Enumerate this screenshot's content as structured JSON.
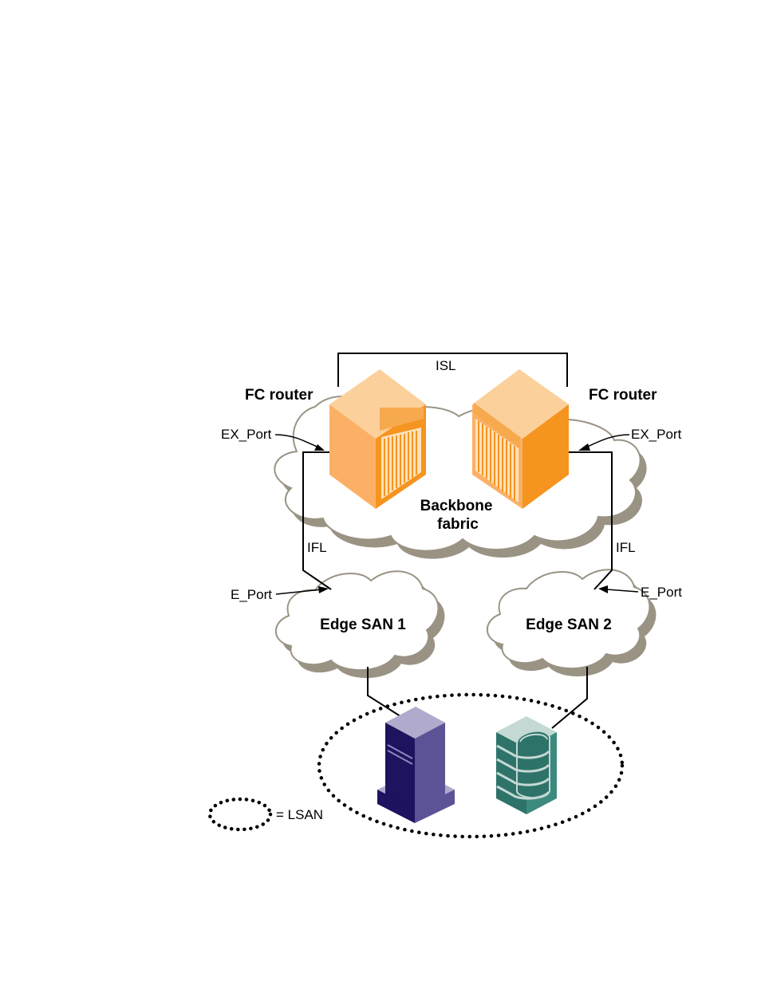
{
  "labels": {
    "isl": "ISL",
    "fc_router_left": "FC router",
    "fc_router_right": "FC router",
    "ex_port_left": "EX_Port",
    "ex_port_right": "EX_Port",
    "backbone_line1": "Backbone",
    "backbone_line2": "fabric",
    "ifl_left": "IFL",
    "ifl_right": "IFL",
    "e_port_left": "E_Port",
    "e_port_right": "E_Port",
    "edge_san_1": "Edge SAN 1",
    "edge_san_2": "Edge SAN 2",
    "lsan_legend": "= LSAN"
  },
  "colors": {
    "router_top": "#fcd09a",
    "router_left": "#fbb066",
    "router_right": "#f5941f",
    "cloud_shadow": "#9a9384",
    "server_dark": "#1d135e",
    "server_side": "#5c5396",
    "server_top": "#b0abcc",
    "storage_face": "#2e7369",
    "storage_light": "#c4d9d4",
    "lines": "#000000"
  }
}
